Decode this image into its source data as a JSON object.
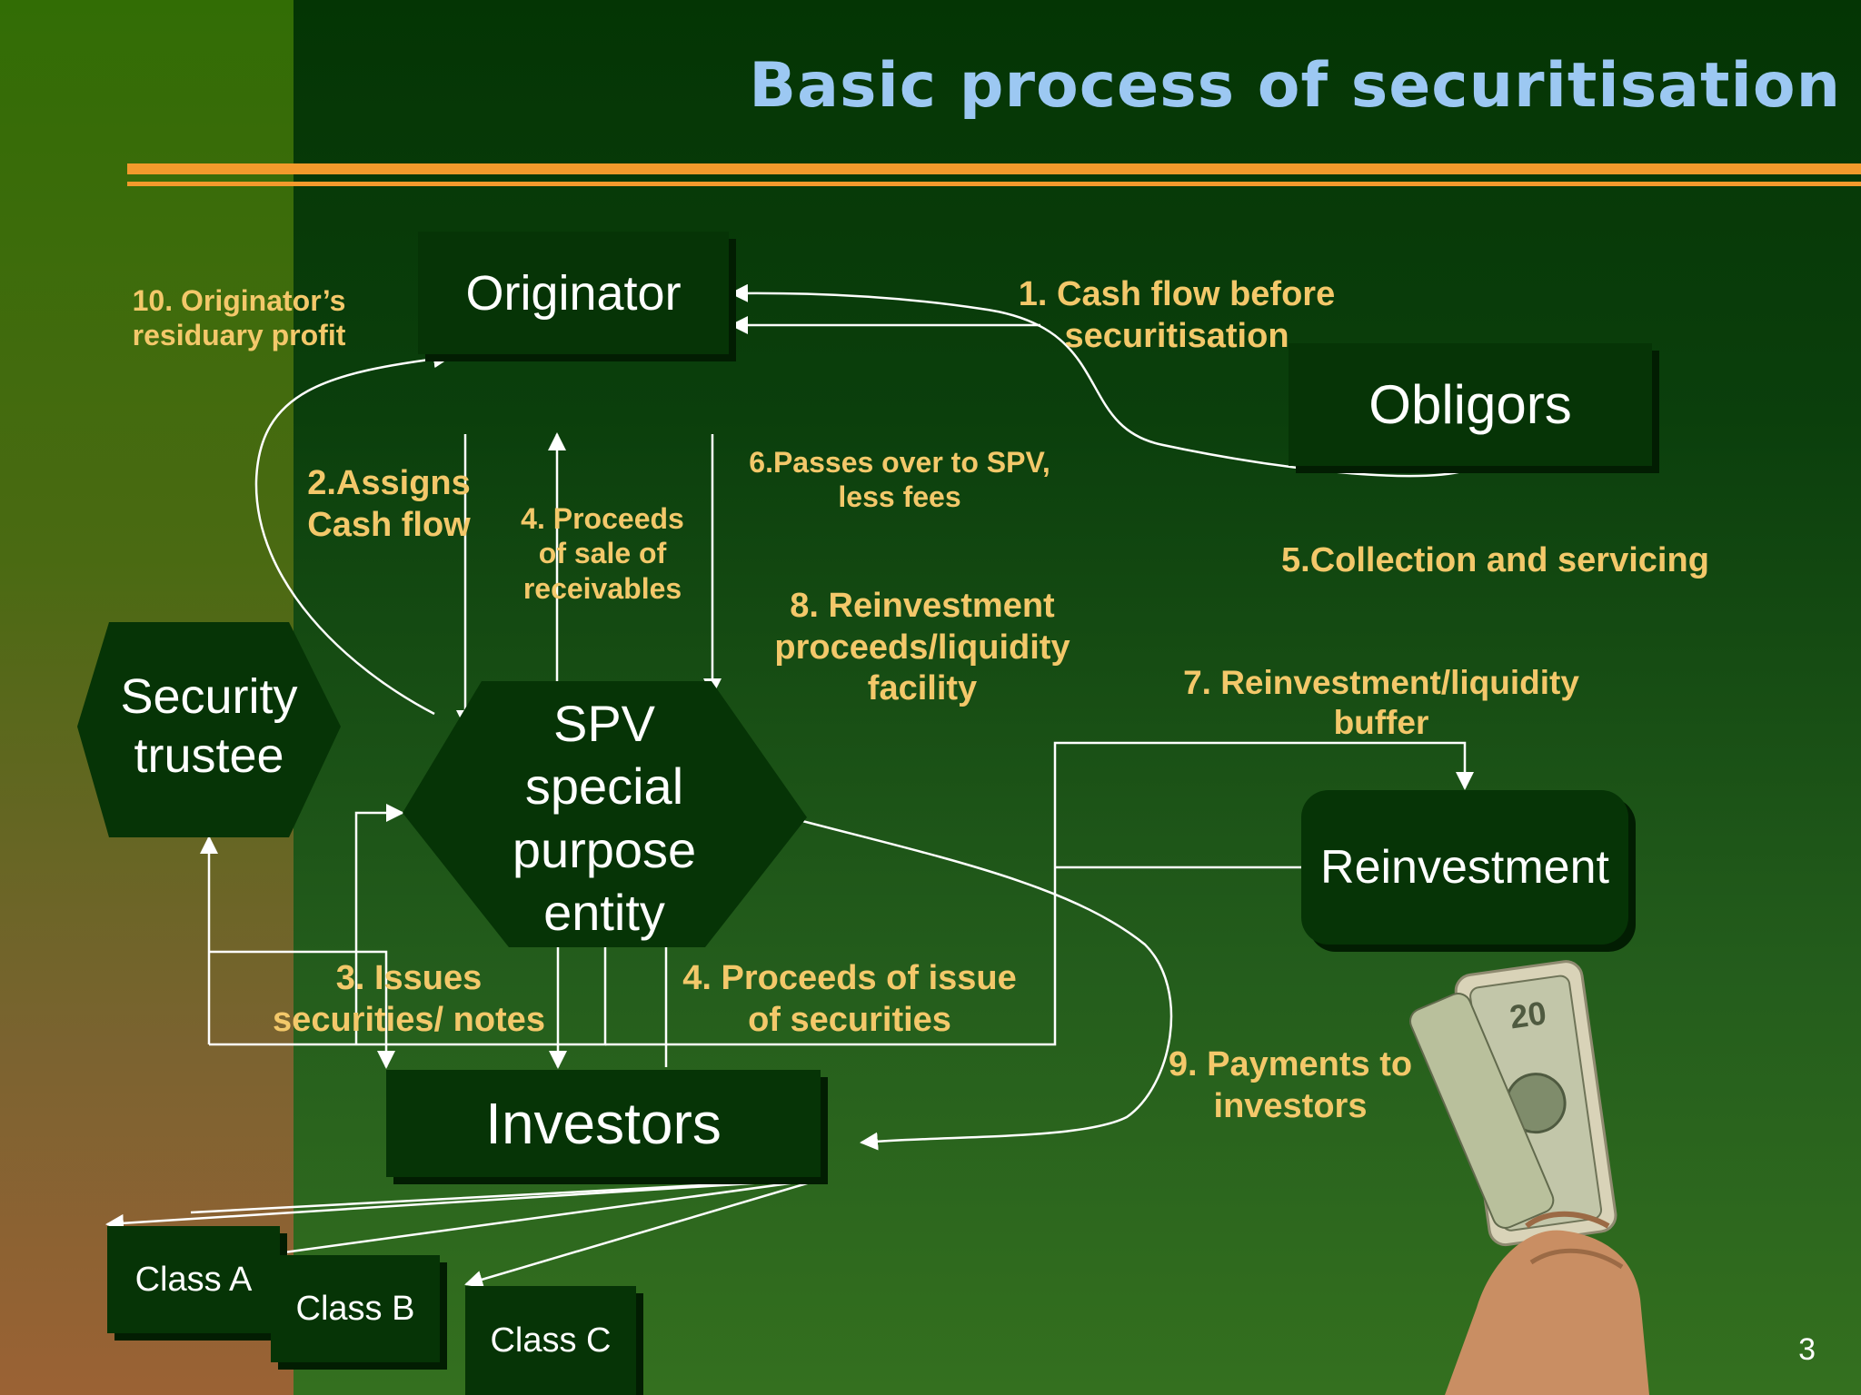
{
  "title": "Basic process of securitisation",
  "page_number": "3",
  "nodes": {
    "originator": "Originator",
    "obligors": "Obligors",
    "security_trustee": "Security trustee",
    "spv": "SPV special purpose entity",
    "reinvestment": "Reinvestment",
    "investors": "Investors",
    "class_a": "Class A",
    "class_b": "Class B",
    "class_c": "Class C"
  },
  "labels": {
    "step1": "1. Cash flow before securitisation",
    "step2": "2.Assigns Cash flow",
    "step3": "3. Issues securities/ notes",
    "step4a": "4. Proceeds of sale of receivables",
    "step4b": "4. Proceeds of issue of securities",
    "step5": "5.Collection and servicing",
    "step6": "6.Passes over to SPV, less fees",
    "step7": "7. Reinvestment/liquidity buffer",
    "step8": "8. Reinvestment proceeds/liquidity facility",
    "step9": "9. Payments to investors",
    "step10": "10. Originator’s residuary profit"
  },
  "colors": {
    "background": "#0b3f0c",
    "title": "#9cc8f2",
    "accent_rule": "#f39a2c",
    "label": "#f3c86a",
    "node_fill": "#063406"
  },
  "image": "hand-holding-dollar-bills"
}
